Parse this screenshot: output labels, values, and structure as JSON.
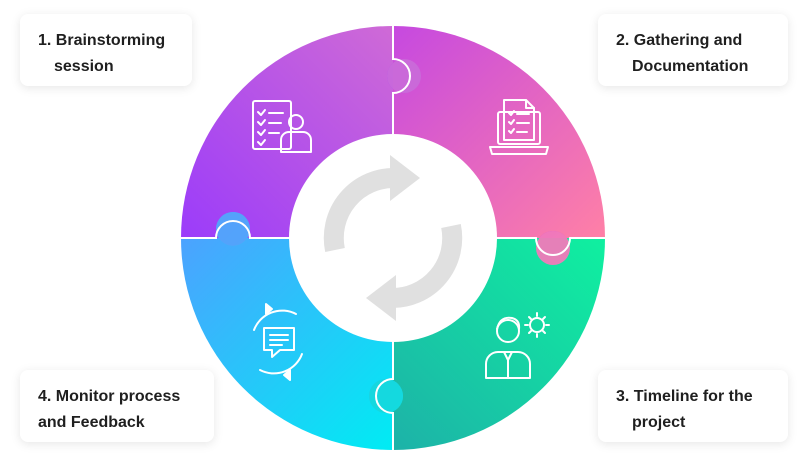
{
  "steps": [
    {
      "line1": "1. Brainstorming",
      "line2": "session",
      "icon": "checklist-person-icon",
      "color_start": "#a64cf2",
      "color_end": "#c96ad9"
    },
    {
      "line1": "2. Gathering and",
      "line2": "Documentation",
      "icon": "laptop-document-icon",
      "color_start": "#d24fd8",
      "color_end": "#ff7aa8"
    },
    {
      "line1": "3. Timeline for the",
      "line2": "project",
      "icon": "person-gear-icon",
      "color_start": "#0fe3a3",
      "color_end": "#1bb3a6"
    },
    {
      "line1": "4. Monitor process",
      "line2": "and Feedback",
      "icon": "chat-cycle-icon",
      "color_start": "#4aa6ff",
      "color_end": "#00e8f2"
    }
  ],
  "center_icon": "refresh-arrows-icon"
}
